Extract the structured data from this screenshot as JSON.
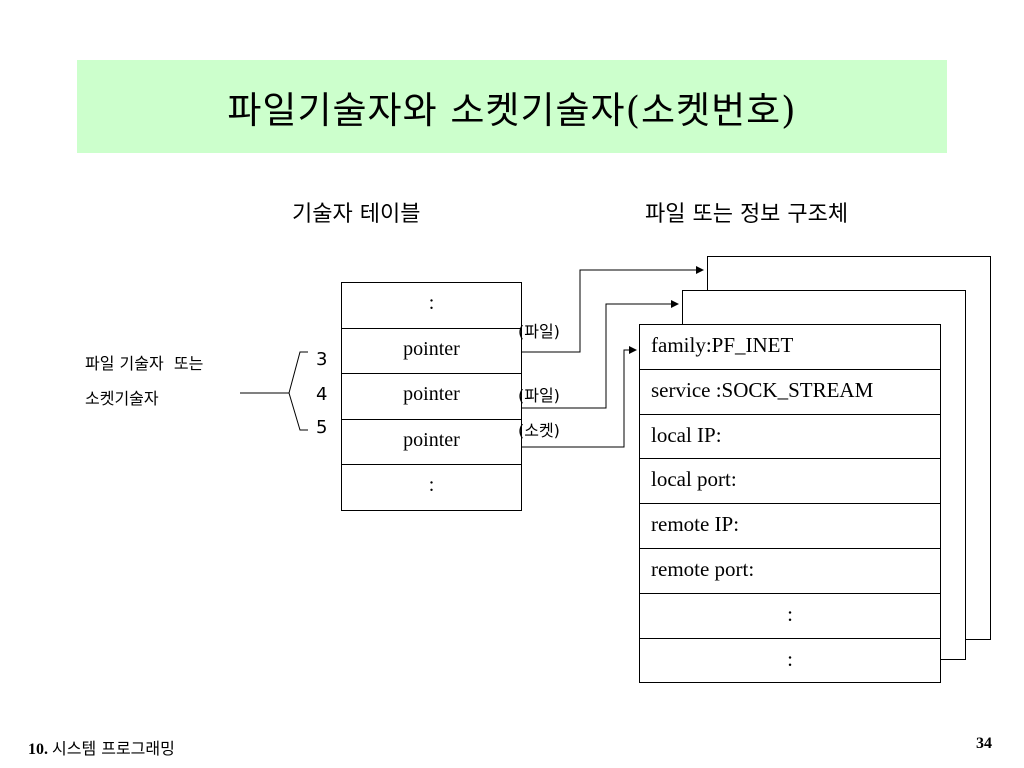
{
  "slide": {
    "title": "파일기술자와 소켓기술자(소켓번호)",
    "headings": {
      "descriptor_table": "기술자 테이블",
      "info_structure": "파일 또는 정보 구조체"
    },
    "side_label": {
      "line1": "파일 기술자  또는",
      "line2": "소켓기술자"
    },
    "fd_numbers": [
      "3",
      "4",
      "5"
    ],
    "descriptor_rows": [
      ":",
      "pointer",
      "pointer",
      "pointer",
      ":"
    ],
    "link_labels": [
      "(파일)",
      "(파일)",
      "(소켓)"
    ],
    "struct_fields": [
      "family:PF_INET",
      "service :SOCK_STREAM",
      "local IP:",
      "local port:",
      "remote IP:",
      "remote port:",
      ":",
      ":"
    ],
    "footer": {
      "chapter_num": "10.",
      "chapter_title": "시스템 프로그래밍",
      "page_number": "34"
    }
  }
}
